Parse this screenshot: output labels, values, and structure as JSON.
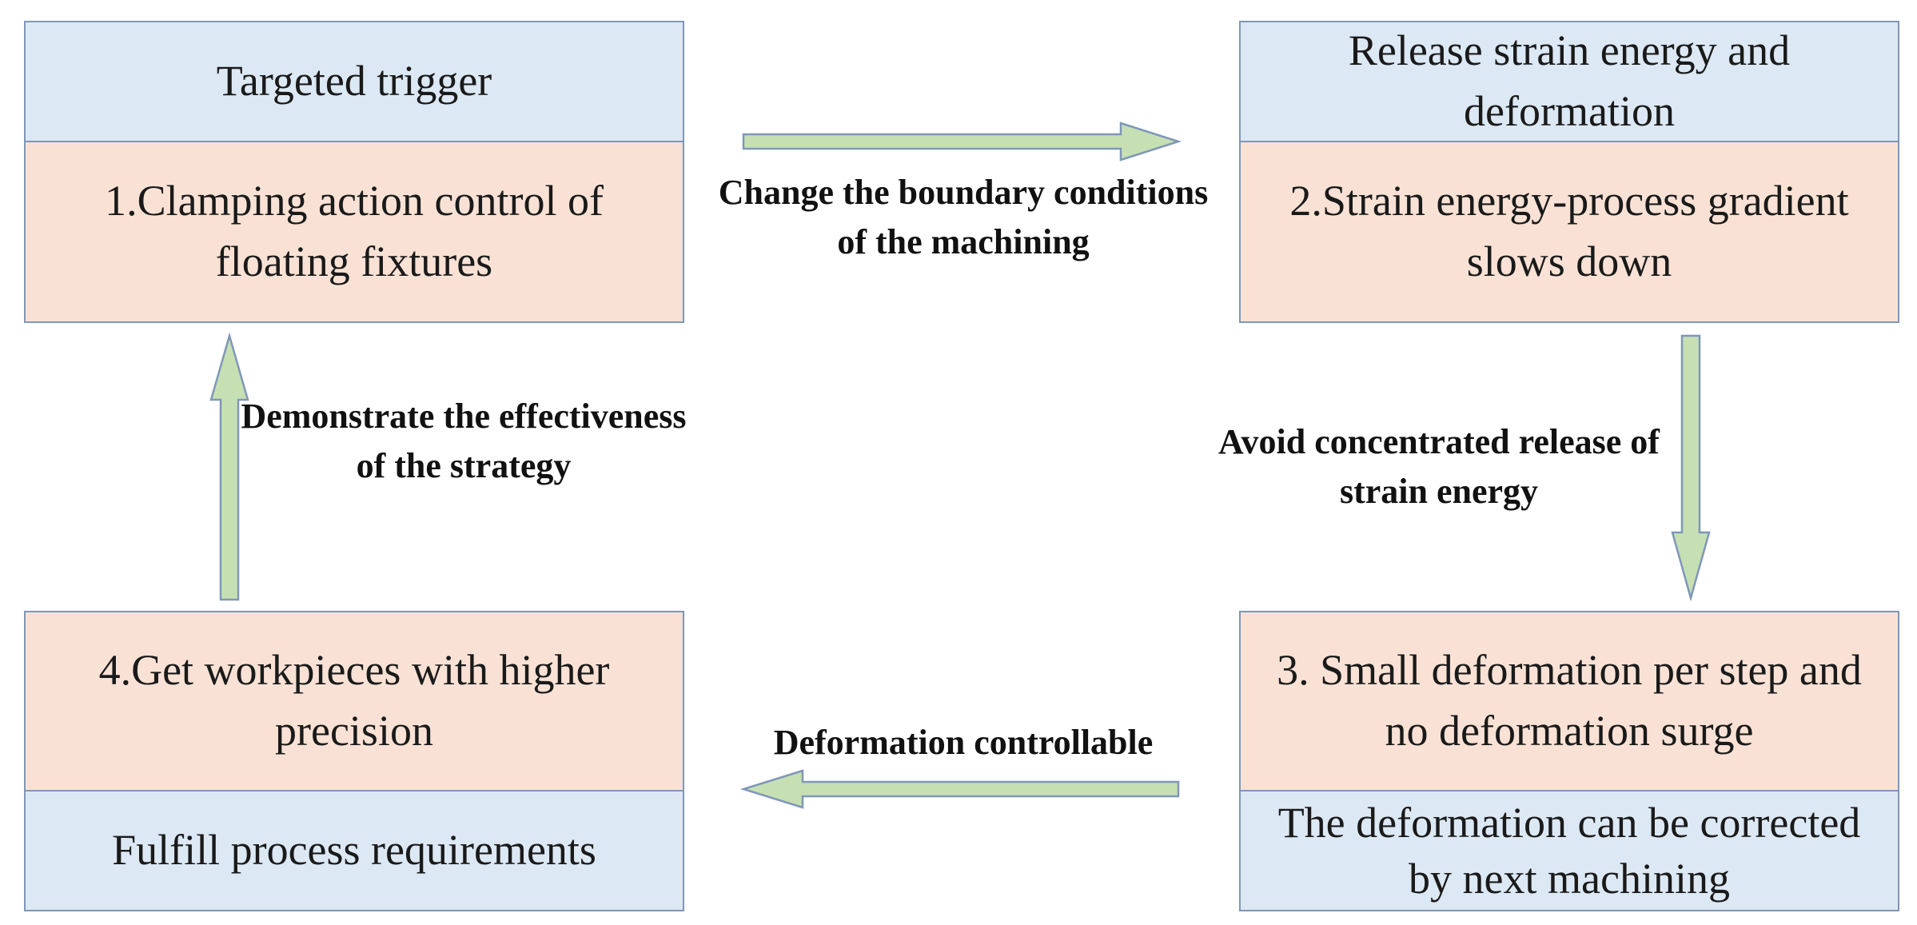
{
  "colors": {
    "box_border": "#7f97b8",
    "blue_fill": "#dce8f4",
    "peach_fill": "#f9e2d5",
    "arrow_fill": "#c6e0b4",
    "arrow_stroke": "#7f97b8"
  },
  "boxes": {
    "box1": {
      "top": "Targeted trigger",
      "bottom": "1.Clamping action control of floating fixtures"
    },
    "box2": {
      "top": "Release strain energy and deformation",
      "bottom": "2.Strain energy-process gradient slows down"
    },
    "box3": {
      "top": "3. Small deformation per step and no deformation surge",
      "bottom": "The deformation can be corrected by next machining"
    },
    "box4": {
      "top": "4.Get workpieces with higher precision",
      "bottom": "Fulfill process requirements"
    }
  },
  "arrows": {
    "right": "Change the boundary conditions of the machining",
    "down": "Avoid concentrated release of strain energy",
    "left": "Deformation controllable",
    "up": "Demonstrate the effectiveness of the strategy"
  }
}
